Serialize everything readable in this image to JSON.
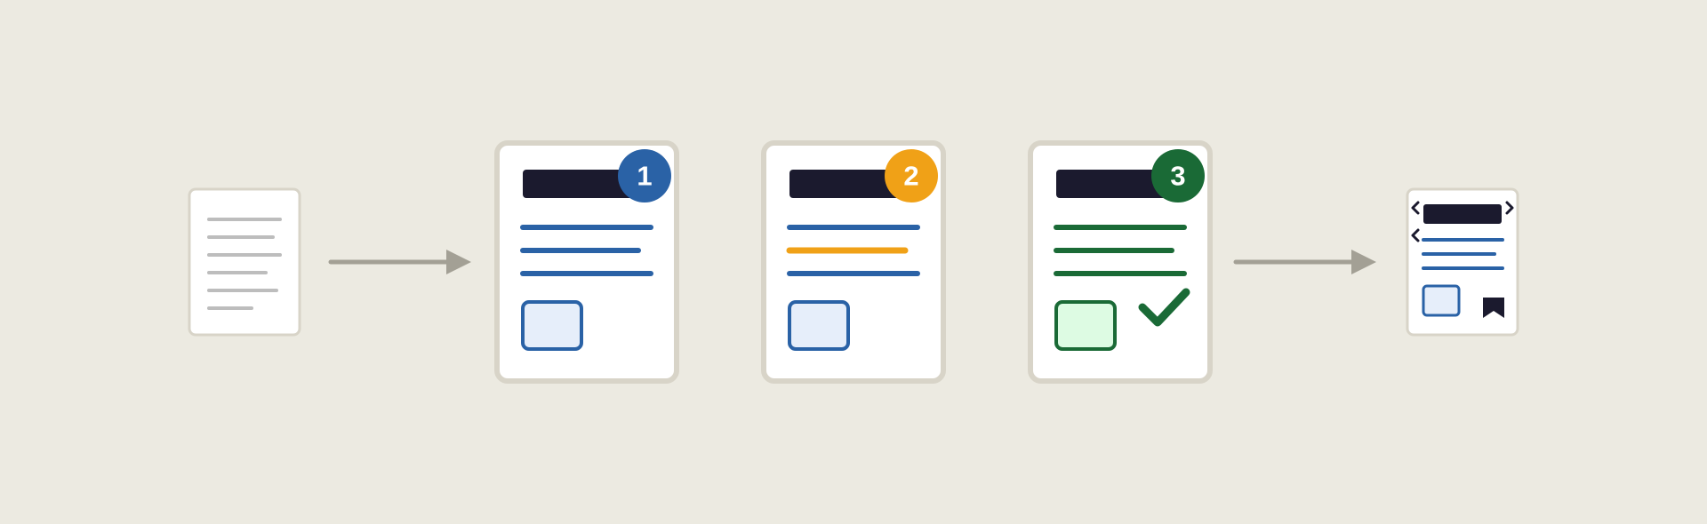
{
  "colors": {
    "background": "#ECEAE1",
    "card_border": "#D8D4C8",
    "card_fill": "#FFFFFF",
    "header_bar": "#1B1A2E",
    "line_blue": "#2A62A6",
    "line_orange": "#F0A117",
    "line_green": "#1A6A36",
    "line_grey": "#BDBDBD",
    "arrow": "#A3A095",
    "box_fill_blue": "#E6EEFA",
    "box_fill_green": "#DDFBE3"
  },
  "stages": [
    {
      "name": "stage-1",
      "badge_label": "1",
      "badge_color": "#2A62A6"
    },
    {
      "name": "stage-2",
      "badge_label": "2",
      "badge_color": "#F0A117"
    },
    {
      "name": "stage-3",
      "badge_label": "3",
      "badge_color": "#1A6A36"
    }
  ],
  "icons": {
    "input": "document-icon",
    "flow": "arrow-right-icon",
    "verify": "checkmark-icon",
    "output_nav": "chevron-icon",
    "output_save": "bookmark-icon"
  }
}
